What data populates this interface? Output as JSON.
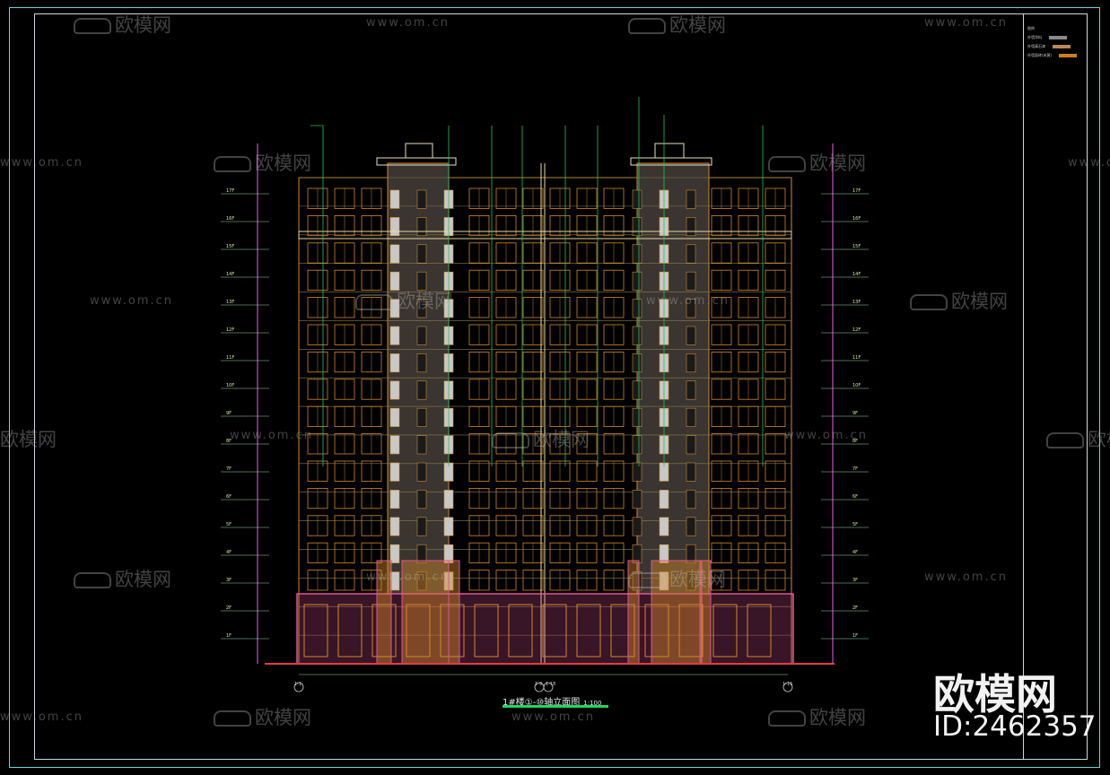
{
  "drawing": {
    "caption": "1#楼①-⑩轴立面图",
    "scale": "1:100",
    "axis_labels": [
      "1-1",
      "1-9",
      "1-18",
      "1-15"
    ],
    "floor_labels": [
      "17F",
      "16F",
      "15F",
      "14F",
      "13F",
      "12F",
      "11F",
      "10F",
      "9F",
      "8F",
      "7F",
      "6F",
      "5F",
      "4F",
      "3F",
      "2F",
      "1F"
    ]
  },
  "title_block": {
    "rows": [
      "图例",
      "外墙涂料",
      "外墙真石漆",
      "外墙面砖(米黄)"
    ],
    "swatch_colors": [
      "#8a8a8a",
      "#b98a55",
      "#c9801c"
    ]
  },
  "watermark": {
    "brand": "欧模网",
    "url": "www.om.cn"
  },
  "brand_mark": {
    "name": "欧模网",
    "id": "ID:2462357"
  },
  "colors": {
    "background": "#000000",
    "frame": "#6fd6d6",
    "facade_orange": "#d4882b",
    "facade_pink": "#e0559b",
    "leader_green": "#22c55e",
    "dark_wall": "#3a3530",
    "light_wall": "#c8c8c8",
    "ground": "#e23c3c"
  }
}
